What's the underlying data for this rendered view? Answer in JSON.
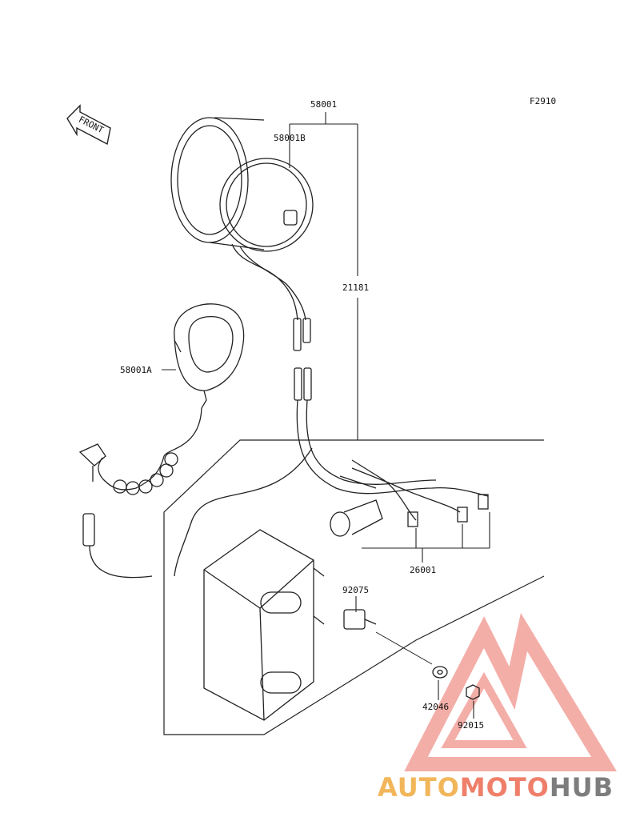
{
  "figure_code": "F2910",
  "front_label": "FRONT",
  "parts": {
    "p58001": "58001",
    "p58001B": "58001B",
    "p58001A": "58001A",
    "p21181": "21181",
    "p26001": "26001",
    "p92075": "92075",
    "p42046": "42046",
    "p92015": "92015"
  },
  "watermark": {
    "part1": "AUTO",
    "part2": "MOTO",
    "part3": "HUB",
    "colors": {
      "auto": "#f2b65a",
      "moto": "#ef7f6a",
      "hub": "#7d7d7d",
      "triangle": "#f2a09a"
    }
  }
}
